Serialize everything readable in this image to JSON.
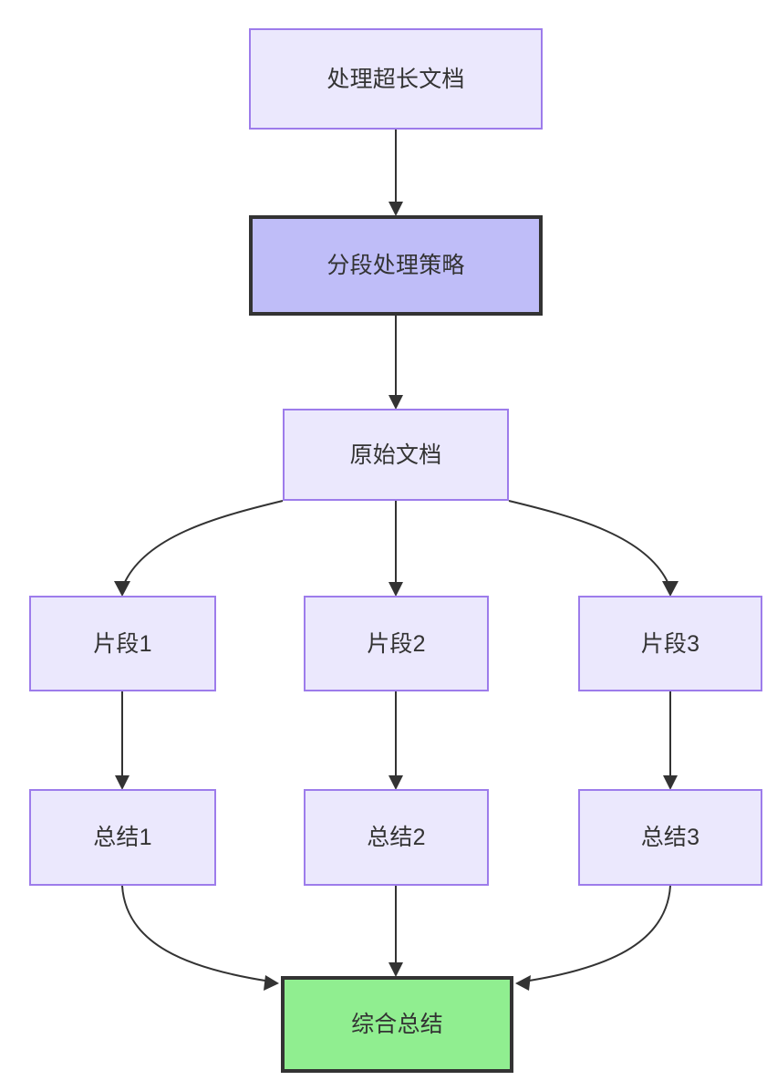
{
  "diagram": {
    "type": "flowchart",
    "direction": "top-down",
    "background_color": "#ffffff",
    "edge_color": "#333333",
    "nodes": [
      {
        "id": "doc",
        "label": "处理超长文档",
        "style": "plain",
        "fill": "#ebe8fd",
        "border": "#9d7ceb"
      },
      {
        "id": "strategy",
        "label": "分段处理策略",
        "style": "strategy",
        "fill": "#bfbdf8",
        "border": "#333333"
      },
      {
        "id": "source",
        "label": "原始文档",
        "style": "plain",
        "fill": "#ebe8fd",
        "border": "#9d7ceb"
      },
      {
        "id": "frag1",
        "label": "片段1",
        "style": "plain",
        "fill": "#ebe8fd",
        "border": "#9d7ceb"
      },
      {
        "id": "frag2",
        "label": "片段2",
        "style": "plain",
        "fill": "#ebe8fd",
        "border": "#9d7ceb"
      },
      {
        "id": "frag3",
        "label": "片段3",
        "style": "plain",
        "fill": "#ebe8fd",
        "border": "#9d7ceb"
      },
      {
        "id": "sum1",
        "label": "总结1",
        "style": "plain",
        "fill": "#ebe8fd",
        "border": "#9d7ceb"
      },
      {
        "id": "sum2",
        "label": "总结2",
        "style": "plain",
        "fill": "#ebe8fd",
        "border": "#9d7ceb"
      },
      {
        "id": "sum3",
        "label": "总结3",
        "style": "plain",
        "fill": "#ebe8fd",
        "border": "#9d7ceb"
      },
      {
        "id": "final",
        "label": "综合总结",
        "style": "final",
        "fill": "#90ee90",
        "border": "#333333"
      }
    ],
    "edges": [
      {
        "from": "doc",
        "to": "strategy",
        "shape": "straight"
      },
      {
        "from": "strategy",
        "to": "source",
        "shape": "straight"
      },
      {
        "from": "source",
        "to": "frag1",
        "shape": "curve-left"
      },
      {
        "from": "source",
        "to": "frag2",
        "shape": "straight"
      },
      {
        "from": "source",
        "to": "frag3",
        "shape": "curve-right"
      },
      {
        "from": "frag1",
        "to": "sum1",
        "shape": "straight"
      },
      {
        "from": "frag2",
        "to": "sum2",
        "shape": "straight"
      },
      {
        "from": "frag3",
        "to": "sum3",
        "shape": "straight"
      },
      {
        "from": "sum1",
        "to": "final",
        "shape": "curve-right"
      },
      {
        "from": "sum2",
        "to": "final",
        "shape": "straight"
      },
      {
        "from": "sum3",
        "to": "final",
        "shape": "curve-left"
      }
    ]
  }
}
